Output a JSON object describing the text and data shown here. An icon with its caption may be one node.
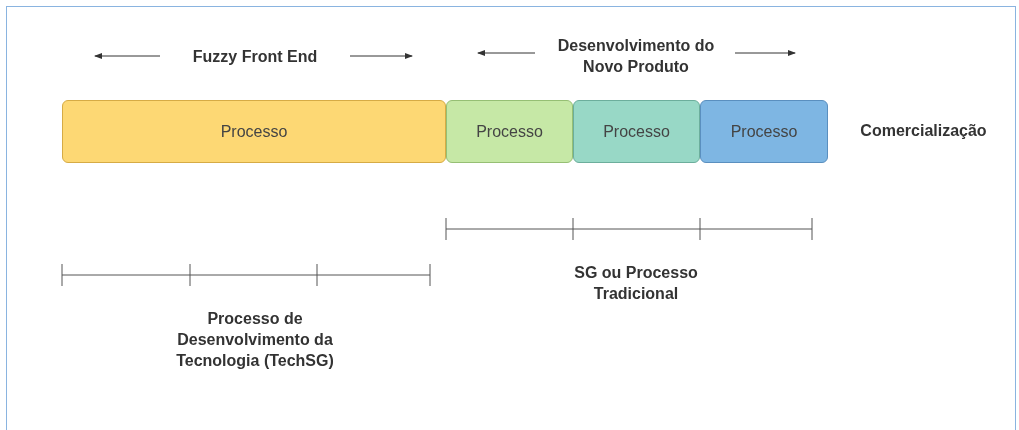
{
  "diagram": {
    "nodes": [
      {
        "text": [
          "Processo"
        ]
      },
      {
        "text": [
          "Processo"
        ]
      },
      {
        "text": [
          "Processo"
        ]
      },
      {
        "text": [
          "Processo"
        ]
      }
    ],
    "labels": [
      "Fuzzy Front End",
      "Desenvolvimento do Novo Produto",
      "Comercialização",
      "SG ou Processo Tradicional",
      "Processo de Desenvolvimento da Tecnologia (TechSG)"
    ]
  }
}
